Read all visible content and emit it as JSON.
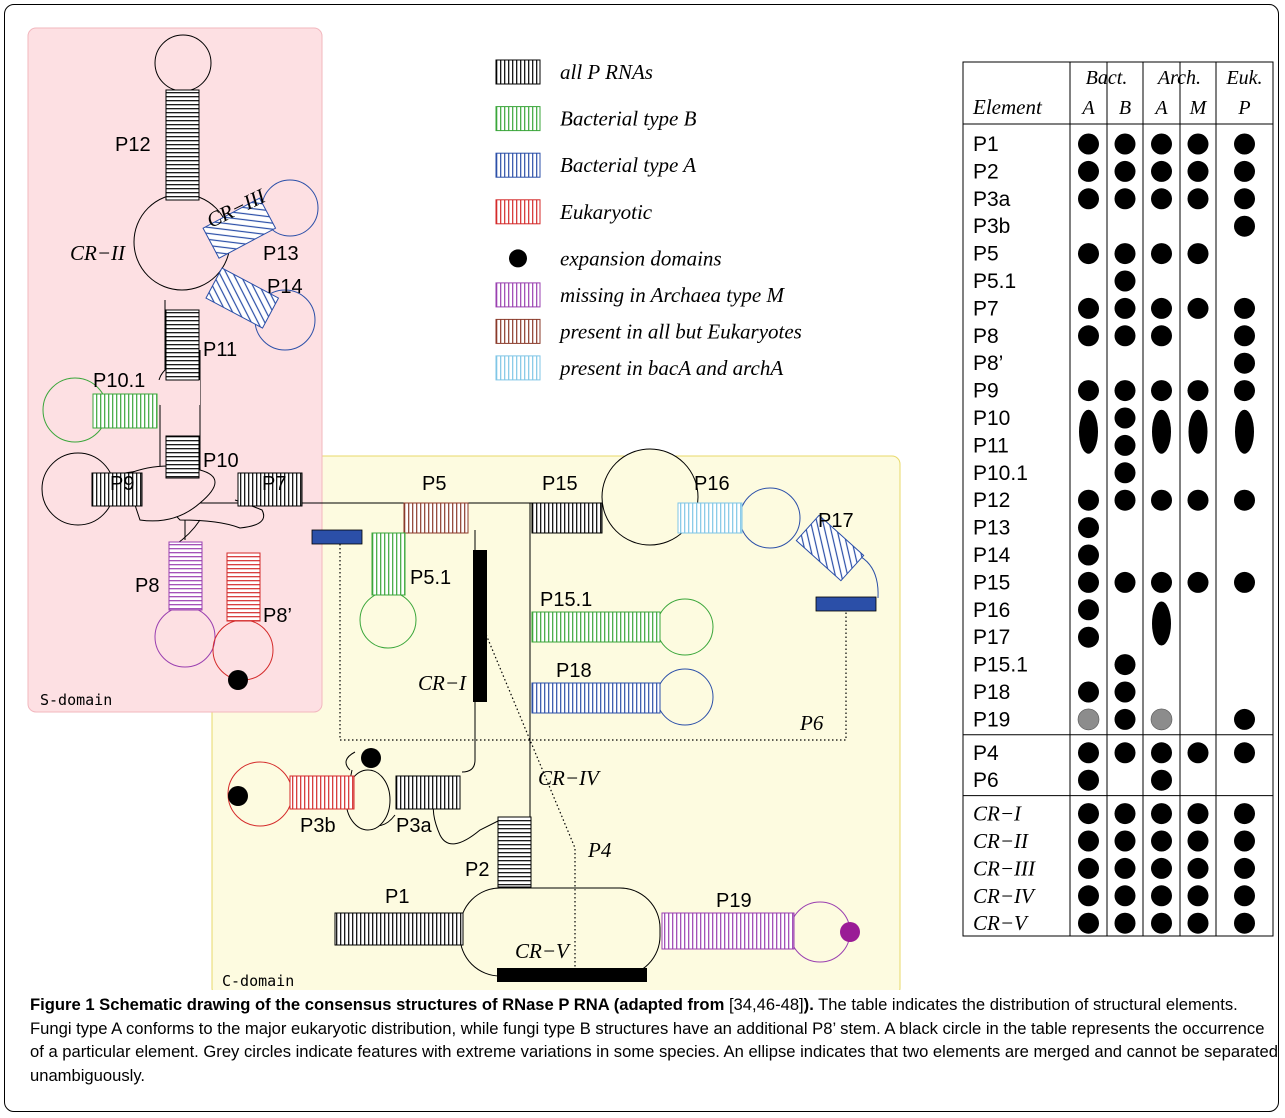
{
  "figure": {
    "caption_lead": "Figure 1 Schematic drawing of the consensus structures of RNase P RNA (adapted from ",
    "caption_refs": "[34,46-48]",
    "caption_lead_close": ").",
    "caption_body": " The table indicates the distribution of structural elements. Fungi type A conforms to the major eukaryotic distribution, while fungi type B structures have an additional P8’ stem. A black circle in the table represents the occurrence of a particular element. Grey circles indicate features with extreme variations in some species. An ellipse indicates that two elements are merged and cannot be separated unambiguously."
  },
  "domains": {
    "s_domain": "S-domain",
    "c_domain": "C-domain"
  },
  "legend": [
    {
      "label": "all P RNAs",
      "color": "#000000",
      "kind": "stem"
    },
    {
      "label": "Bacterial type B",
      "color": "#3aa63a",
      "kind": "stem"
    },
    {
      "label": "Bacterial type A",
      "color": "#2b4fa8",
      "kind": "stem"
    },
    {
      "label": "Eukaryotic",
      "color": "#d42a2a",
      "kind": "stem"
    },
    {
      "label": "expansion domains",
      "color": "#000000",
      "kind": "dot"
    },
    {
      "label": "missing in Archaea type M",
      "color": "#9a3fb0",
      "kind": "stem"
    },
    {
      "label": "present in all but Eukaryotes",
      "color": "#8a3a2a",
      "kind": "stem"
    },
    {
      "label": "present in bacA and archA",
      "color": "#7fc6e6",
      "kind": "stem"
    }
  ],
  "colors": {
    "s_domain_bg": "#fde0e3",
    "c_domain_bg": "#fdfbe0",
    "c_domain_border": "#e8d96a",
    "black": "#000000",
    "green": "#3aa63a",
    "blue": "#2b4fa8",
    "red": "#d42a2a",
    "purple": "#9a3fb0",
    "brown": "#8a3a2a",
    "cyan": "#7fc6e6",
    "grey": "#8c8c8c",
    "purple_dot": "#9a1c96"
  },
  "stem_labels": {
    "P1": "P1",
    "P2": "P2",
    "P3a": "P3a",
    "P3b": "P3b",
    "P4": "P4",
    "P5": "P5",
    "P5_1": "P5.1",
    "P6": "P6",
    "P7": "P7",
    "P8": "P8",
    "P8p": "P8’",
    "P9": "P9",
    "P10": "P10",
    "P10_1": "P10.1",
    "P11": "P11",
    "P12": "P12",
    "P13": "P13",
    "P14": "P14",
    "P15": "P15",
    "P15_1": "P15.1",
    "P16": "P16",
    "P17": "P17",
    "P18": "P18",
    "P19": "P19"
  },
  "cr_labels": {
    "CR1": "CR−I",
    "CR2": "CR−II",
    "CR3": "CR−III",
    "CR4": "CR−IV",
    "CR5": "CR−V"
  },
  "table": {
    "group_headers": [
      "Bact.",
      "Arch.",
      "Euk."
    ],
    "element_header": "Element",
    "column_headers": [
      "A",
      "B",
      "A",
      "M",
      "P"
    ],
    "rows": [
      {
        "element": "P1",
        "marks": [
          "dot",
          "dot",
          "dot",
          "dot",
          "dot"
        ]
      },
      {
        "element": "P2",
        "marks": [
          "dot",
          "dot",
          "dot",
          "dot",
          "dot"
        ]
      },
      {
        "element": "P3a",
        "marks": [
          "dot",
          "dot",
          "dot",
          "dot",
          "dot"
        ]
      },
      {
        "element": "P3b",
        "marks": [
          "",
          "",
          "",
          "",
          "dot"
        ]
      },
      {
        "element": "P5",
        "marks": [
          "dot",
          "dot",
          "dot",
          "dot",
          ""
        ]
      },
      {
        "element": "P5.1",
        "marks": [
          "",
          "dot",
          "",
          "",
          ""
        ]
      },
      {
        "element": "P7",
        "marks": [
          "dot",
          "dot",
          "dot",
          "dot",
          "dot"
        ]
      },
      {
        "element": "P8",
        "marks": [
          "dot",
          "dot",
          "dot",
          "",
          "dot"
        ]
      },
      {
        "element": "P8’",
        "marks": [
          "",
          "",
          "",
          "",
          "dot"
        ]
      },
      {
        "element": "P9",
        "marks": [
          "dot",
          "dot",
          "dot",
          "dot",
          "dot"
        ]
      },
      {
        "element": "P10",
        "marks": [
          "ellipse",
          "dot",
          "ellipse",
          "ellipse",
          "ellipse"
        ]
      },
      {
        "element": "P11",
        "marks": [
          "",
          "dot",
          "",
          "",
          ""
        ]
      },
      {
        "element": "P10.1",
        "marks": [
          "",
          "dot",
          "",
          "",
          ""
        ]
      },
      {
        "element": "P12",
        "marks": [
          "dot",
          "dot",
          "dot",
          "dot",
          "dot"
        ]
      },
      {
        "element": "P13",
        "marks": [
          "dot",
          "",
          "",
          "",
          ""
        ]
      },
      {
        "element": "P14",
        "marks": [
          "dot",
          "",
          "",
          "",
          ""
        ]
      },
      {
        "element": "P15",
        "marks": [
          "dot",
          "dot",
          "dot",
          "dot",
          "dot"
        ]
      },
      {
        "element": "P16",
        "marks": [
          "dot",
          "",
          "ellipse",
          "",
          ""
        ]
      },
      {
        "element": "P17",
        "marks": [
          "dot",
          "",
          "",
          "",
          ""
        ]
      },
      {
        "element": "P15.1",
        "marks": [
          "",
          "dot",
          "",
          "",
          ""
        ]
      },
      {
        "element": "P18",
        "marks": [
          "dot",
          "dot",
          "",
          "",
          ""
        ]
      },
      {
        "element": "P19",
        "marks": [
          "grey",
          "dot",
          "grey",
          "",
          "dot"
        ]
      },
      {
        "element": "P4",
        "marks": [
          "dot",
          "dot",
          "dot",
          "dot",
          "dot"
        ]
      },
      {
        "element": "P6",
        "marks": [
          "dot",
          "",
          "dot",
          "",
          ""
        ]
      },
      {
        "element": "CR−I",
        "marks": [
          "dot",
          "dot",
          "dot",
          "dot",
          "dot"
        ]
      },
      {
        "element": "CR−II",
        "marks": [
          "dot",
          "dot",
          "dot",
          "dot",
          "dot"
        ]
      },
      {
        "element": "CR−III",
        "marks": [
          "dot",
          "dot",
          "dot",
          "dot",
          "dot"
        ]
      },
      {
        "element": "CR−IV",
        "marks": [
          "dot",
          "dot",
          "dot",
          "dot",
          "dot"
        ]
      },
      {
        "element": "CR−V",
        "marks": [
          "dot",
          "dot",
          "dot",
          "dot",
          "dot"
        ]
      }
    ]
  }
}
